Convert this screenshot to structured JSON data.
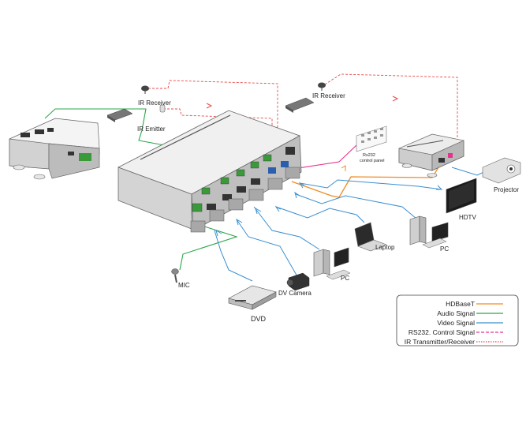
{
  "labels": {
    "ir_receiver_left": "IR Receiver",
    "ir_receiver_right": "IR Receiver",
    "ir_emitter": "IR Emitter",
    "rs232_panel_line1": "Rs232",
    "rs232_panel_line2": "control panel",
    "projector": "Projector",
    "hdtv": "HDTV",
    "pc_right": "PC",
    "laptop": "Laptop",
    "pc_center": "PC",
    "dv_camera": "DV Camera",
    "dvd": "DVD",
    "mic": "MIC"
  },
  "legend": {
    "items": [
      {
        "label": "HDBaseT",
        "color": "#f08a24",
        "style": "solid"
      },
      {
        "label": "Audio Signal",
        "color": "#2aa84a",
        "style": "solid"
      },
      {
        "label": "Video Signal",
        "color": "#3b8fd0",
        "style": "solid"
      },
      {
        "label": "RS232. Control Signal",
        "color": "#e8308c",
        "style": "dashed"
      },
      {
        "label": "IR Transmitter/Receiver",
        "color": "#e84848",
        "style": "dotted"
      }
    ]
  }
}
